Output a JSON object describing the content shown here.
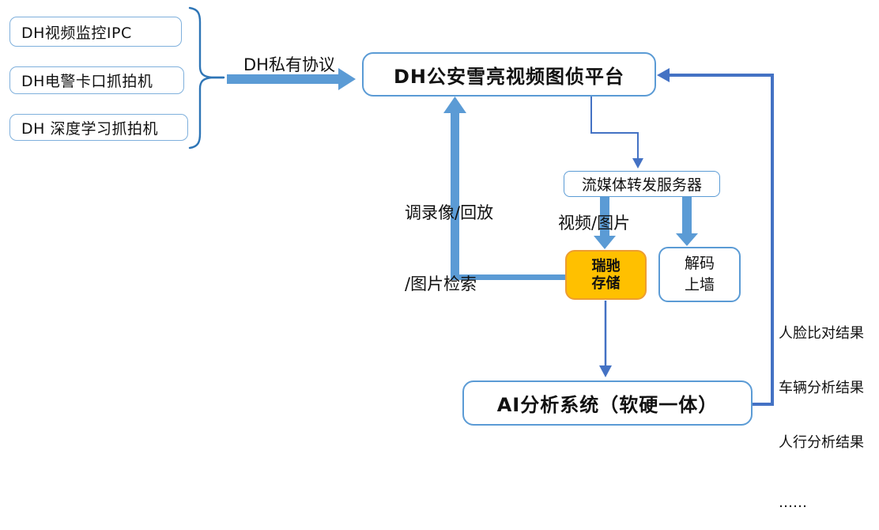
{
  "diagram": {
    "source_boxes": [
      {
        "label": "DH视频监控IPC"
      },
      {
        "label": "DH电警卡口抓拍机"
      },
      {
        "label": "DH 深度学习抓拍机"
      }
    ],
    "protocol_arrow_label": "DH私有协议",
    "platform_box": {
      "label": "DH公安雪亮视频图侦平台"
    },
    "retrieve_label": {
      "line1": "调录像/回放",
      "line2": "/图片检索"
    },
    "stream_server_box": {
      "label": "流媒体转发服务器"
    },
    "media_arrow_label": "视频/图片",
    "storage_box": {
      "line1": "瑞驰",
      "line2": "存储"
    },
    "decoder_box": {
      "line1": "解码",
      "line2": "上墙"
    },
    "ai_box": {
      "label": "AI分析系统（软硬一体）"
    },
    "result_labels": [
      "人脸比对结果",
      "车辆分析结果",
      "人行分析结果",
      "……"
    ]
  },
  "colors": {
    "background": "#FFFFFF",
    "text": "#111111",
    "thick_arrow_blue": "#5B9BD5",
    "connector_blue": "#4472C4",
    "brace_blue": "#2E75B6",
    "box_border_blue": "#5B9BD5",
    "source_box_border": "#7FB0DC",
    "storage_fill": "#FFC000",
    "storage_border": "#ED9D31"
  }
}
